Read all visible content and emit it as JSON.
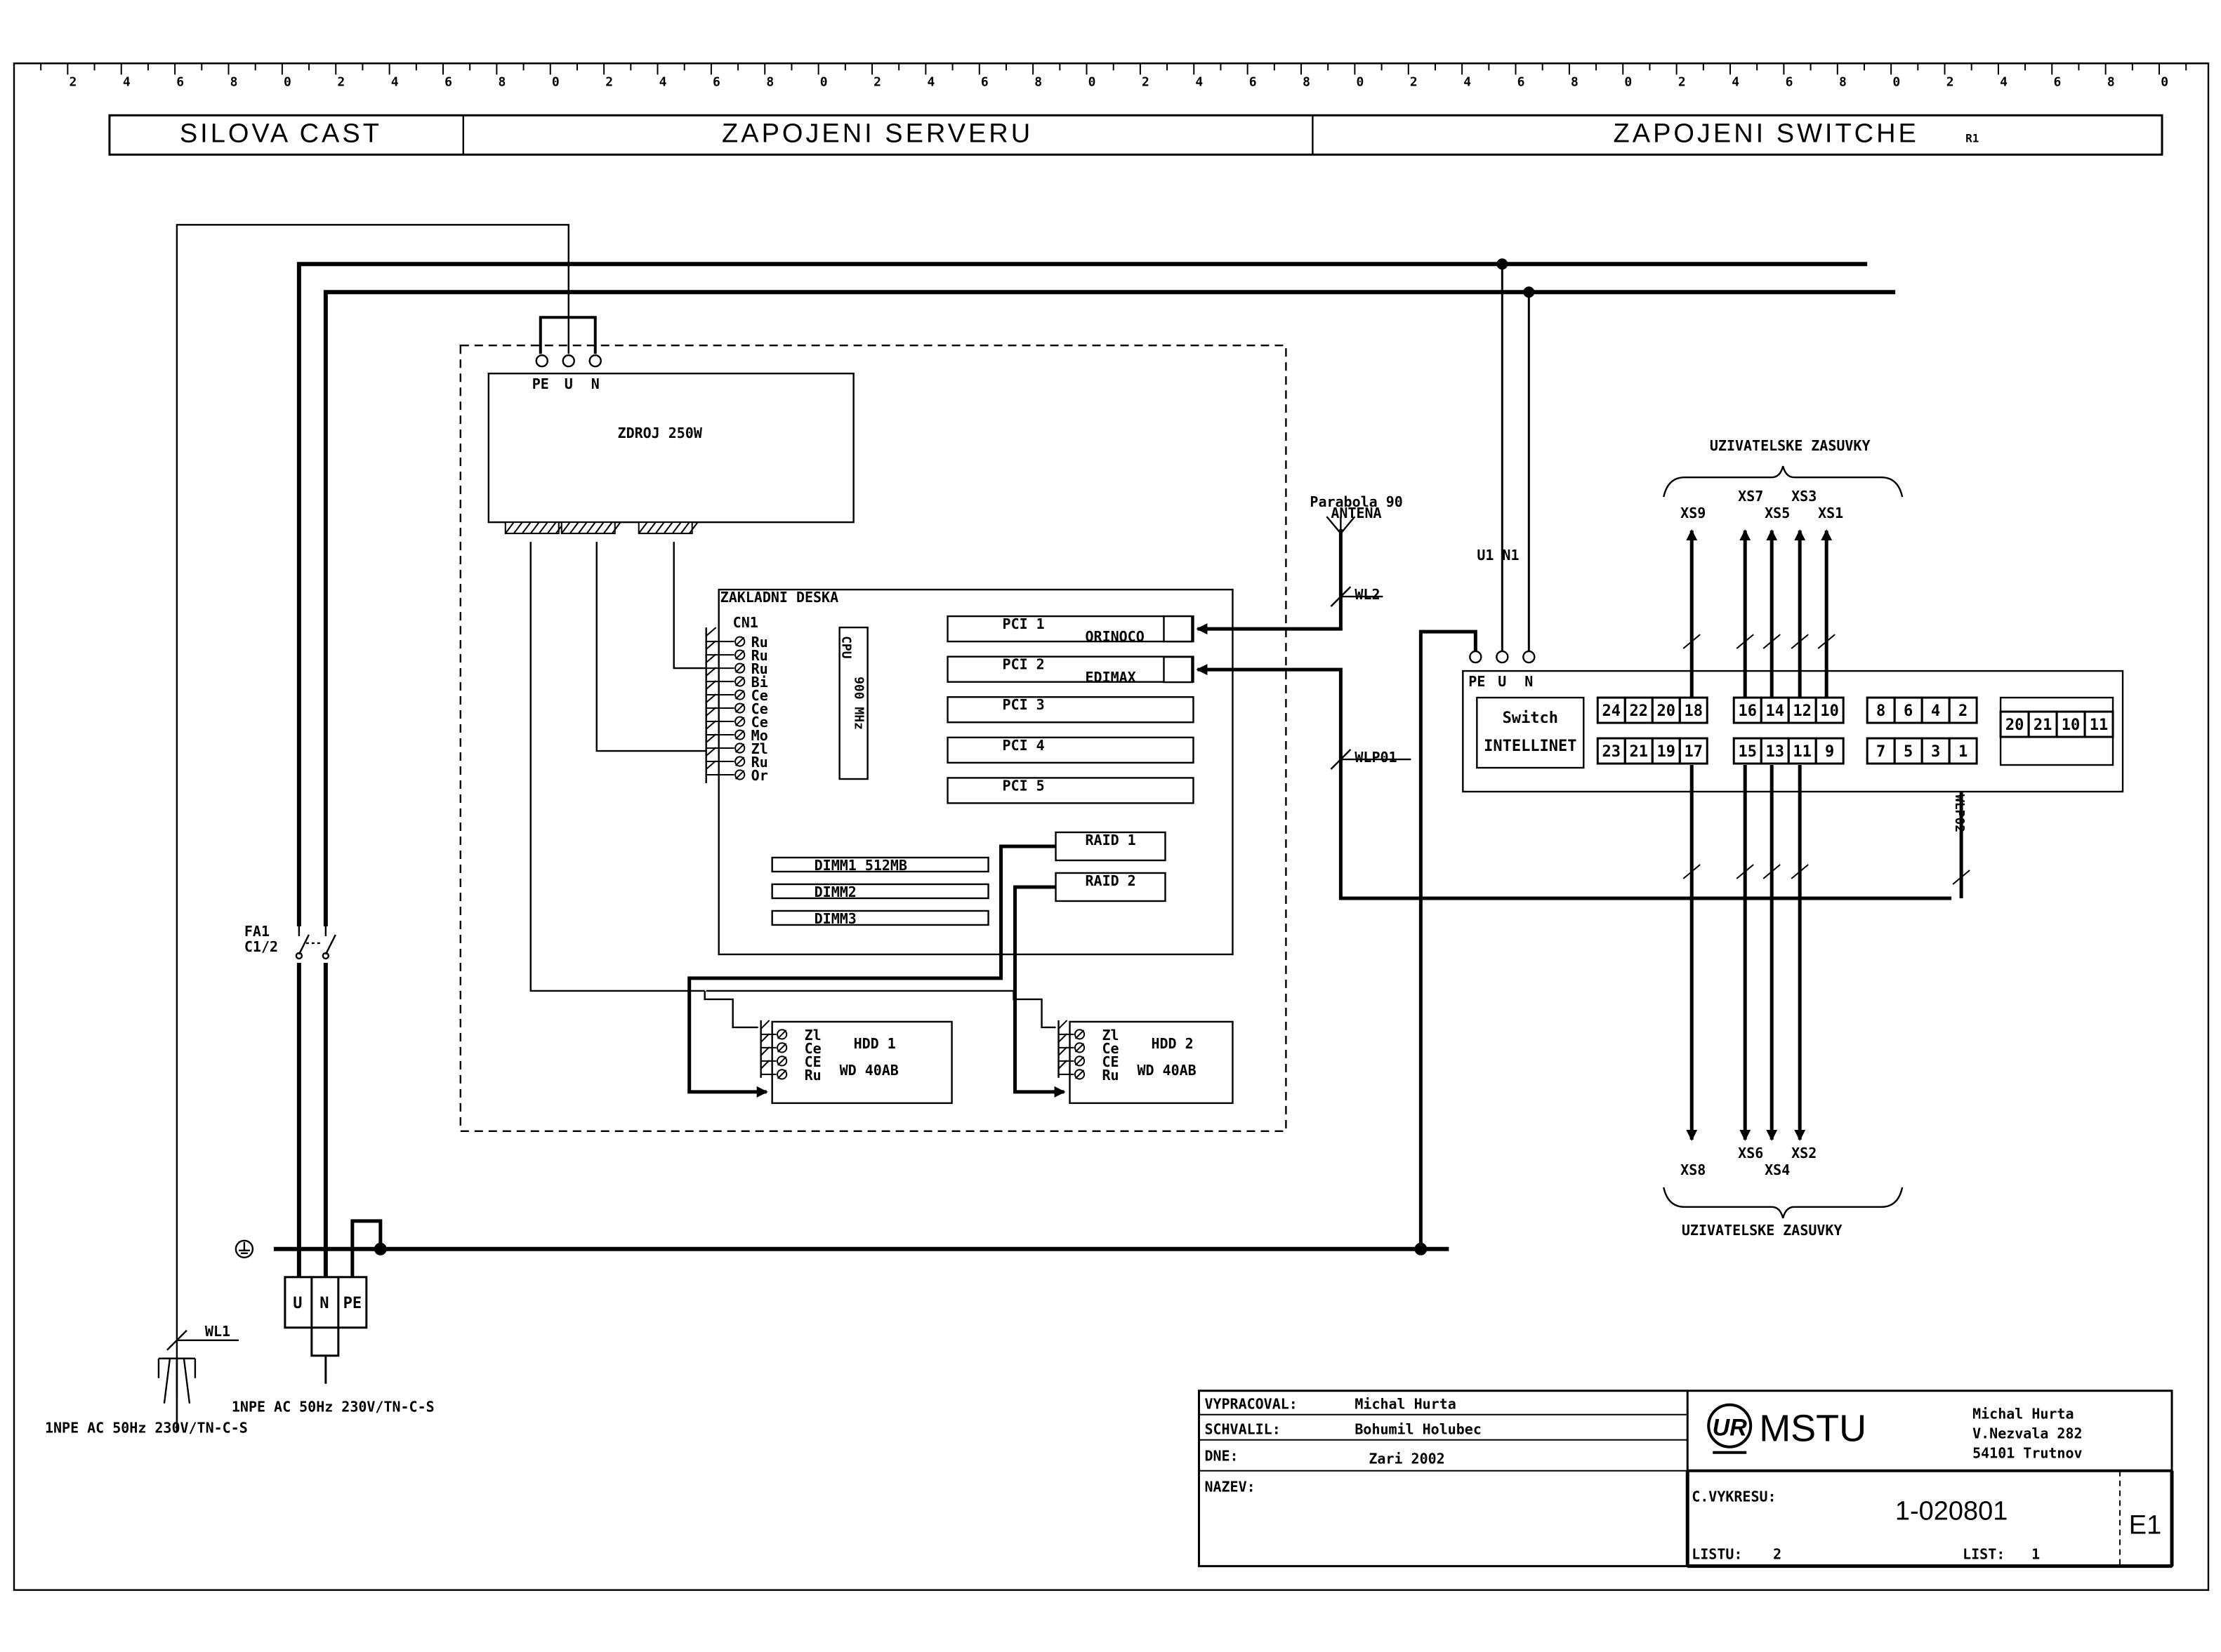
{
  "ruler": {
    "digits": [
      "2",
      "4",
      "6",
      "8",
      "0",
      "2",
      "4",
      "6",
      "8",
      "0",
      "2",
      "4",
      "6",
      "8",
      "0",
      "2",
      "4",
      "6",
      "8",
      "0",
      "2",
      "4",
      "6",
      "8",
      "0",
      "2",
      "4",
      "6",
      "8",
      "0",
      "2",
      "4",
      "6",
      "8",
      "0",
      "2",
      "4",
      "6",
      "8",
      "0"
    ]
  },
  "header": {
    "section1": "SILOVA CAST",
    "section2": "ZAPOJENI SERVERU",
    "section3": "ZAPOJENI SWITCHE",
    "revision": "R1"
  },
  "server": {
    "psu_terminals": [
      "PE",
      "U",
      "N"
    ],
    "psu_label": "ZDROJ 250W",
    "mb_title": "ZAKLADNI DESKA",
    "cn1": "CN1",
    "cn1_pins": [
      "Ru",
      "Ru",
      "Ru",
      "Bi",
      "Ce",
      "Ce",
      "Ce",
      "Mo",
      "Zl",
      "Ru",
      "Or"
    ],
    "cpu_label": "CPU",
    "cpu_freq": "900 MHz",
    "pci_slots": [
      "PCI 1",
      "PCI 2",
      "PCI 3",
      "PCI 4",
      "PCI 5"
    ],
    "pci_cards": [
      "ORINOCO",
      "EDIMAX"
    ],
    "dimms": [
      "DIMM1   512MB",
      "DIMM2",
      "DIMM3"
    ],
    "raids": [
      "RAID 1",
      "RAID 2"
    ],
    "hdd_pins": [
      "Zl",
      "Ce",
      "CE",
      "Ru"
    ],
    "hdd1_name": "HDD 1",
    "hdd1_model": "WD 40AB",
    "hdd2_name": "HDD 2",
    "hdd2_model": "WD 40AB"
  },
  "antenna": {
    "line1": "Parabola 90",
    "line2": "ANTENA",
    "wl2": "WL2",
    "wlp01": "WLP01"
  },
  "power": {
    "fa1": "FA1",
    "c12": "C1/2",
    "terminals": [
      "U",
      "N",
      "PE"
    ],
    "wl1": "WL1",
    "supply1": "1NPE AC 50Hz 230V/TN-C-S",
    "supply2": "1NPE AC 50Hz 230V/TN-C-S",
    "u1n1": "U1 N1"
  },
  "switch_panel": {
    "terminals": [
      "PE",
      "U",
      "N"
    ],
    "name1": "Switch",
    "name2": "INTELLINET",
    "port_rows": [
      [
        "24",
        "22",
        "20",
        "18"
      ],
      [
        "23",
        "21",
        "19",
        "17"
      ],
      [
        "16",
        "14",
        "12",
        "10"
      ],
      [
        "15",
        "13",
        "11",
        "9"
      ],
      [
        "8",
        "6",
        "4",
        "2"
      ],
      [
        "7",
        "5",
        "3",
        "1"
      ],
      [
        "20",
        "21",
        "10",
        "11"
      ]
    ],
    "wlp02": "WLP02",
    "sockets_top_title": "UZIVATELSKE ZASUVKY",
    "sockets_top": [
      "XS9",
      "XS7",
      "XS3",
      "XS5",
      "XS1"
    ],
    "sockets_bottom": [
      "XS6",
      "XS2",
      "XS8",
      "XS4"
    ],
    "sockets_bottom_title": "UZIVATELSKE ZASUVKY"
  },
  "title_block": {
    "vypracoval_label": "VYPRACOVAL:",
    "vypracoval": "Michal Hurta",
    "schvalil_label": "SCHVALIL:",
    "schvalil": "Bohumil Holubec",
    "dne_label": "DNE:",
    "dne": "Zari 2002",
    "nazev_label": "NAZEV:",
    "logo": "MSTU",
    "addr1": "Michal Hurta",
    "addr2": "V.Nezvala 282",
    "addr3": "54101 Trutnov",
    "cvykresu_label": "C.VYKRESU:",
    "cvykresu": "1-020801",
    "listu_label": "LISTU:",
    "listu": "2",
    "list_label": "LIST:",
    "list": "1",
    "code": "E1"
  }
}
